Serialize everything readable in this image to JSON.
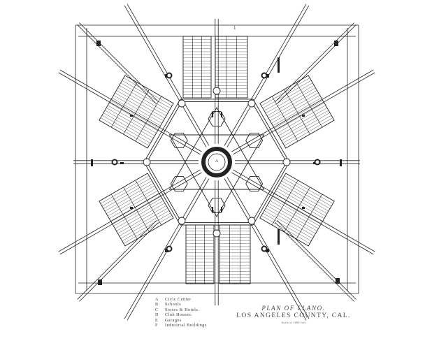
{
  "map": {
    "page_number": "1",
    "title_line1": "PLAN OF LLANO.",
    "title_line2": "LOS ANGELES COUNTY, CAL.",
    "scale_note": "Scale of 1000 feet",
    "center_mark": "A",
    "legend": [
      {
        "key": "A",
        "label": "Civic Center"
      },
      {
        "key": "B",
        "label": "Schools"
      },
      {
        "key": "C",
        "label": "Stores & Hotels."
      },
      {
        "key": "D",
        "label": "Club Houses."
      },
      {
        "key": "E",
        "label": "Garages"
      },
      {
        "key": "F",
        "label": "Industrial Buildings"
      }
    ],
    "ink_color": "#222222",
    "paper_color": "#ffffff"
  }
}
